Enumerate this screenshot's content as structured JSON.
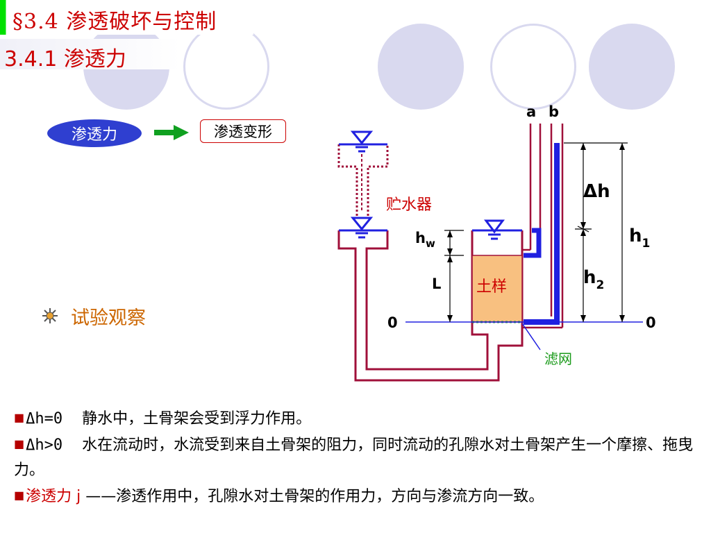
{
  "header": {
    "title_section_mark": "§3.4",
    "title": "渗透破坏与控制",
    "subtitle": "3.4.1 渗透力"
  },
  "concept": {
    "pill_label": "渗透力",
    "box_label": "渗透变形"
  },
  "observe": {
    "label": "试验观察"
  },
  "diagram": {
    "tube_a": "a",
    "tube_b": "b",
    "reservoir_label": "贮水器",
    "delta_h": "Δh",
    "h1": "h",
    "h1_sub": "1",
    "h2": "h",
    "h2_sub": "2",
    "hw": "h",
    "hw_sub": "w",
    "L": "L",
    "soil_label": "土样",
    "zero_left": "0",
    "zero_right": "0",
    "filter_label": "滤网"
  },
  "notes": [
    {
      "label": "Δh=0",
      "text": "静水中，土骨架会受到浮力作用。"
    },
    {
      "label": "Δh>0",
      "text": "水在流动时，水流受到来自土骨架的阻力，同时流动的孔隙水对土骨架产生一个摩擦、拖曳力。"
    },
    {
      "label": "渗透力 j",
      "dash": "——",
      "text": "渗透作用中，孔隙水对土骨架的作用力，方向与渗流方向一致。"
    }
  ],
  "colors": {
    "title_red": "#cc0000",
    "pipe": "#a0103a",
    "water_blue": "#2020e0",
    "soil_fill": "#f8c080",
    "filter_green": "#2e9a2e",
    "pill_blue": "#2f3fd0",
    "arrow_green": "#10a020",
    "deco_lavender": "#d9d9ef"
  }
}
